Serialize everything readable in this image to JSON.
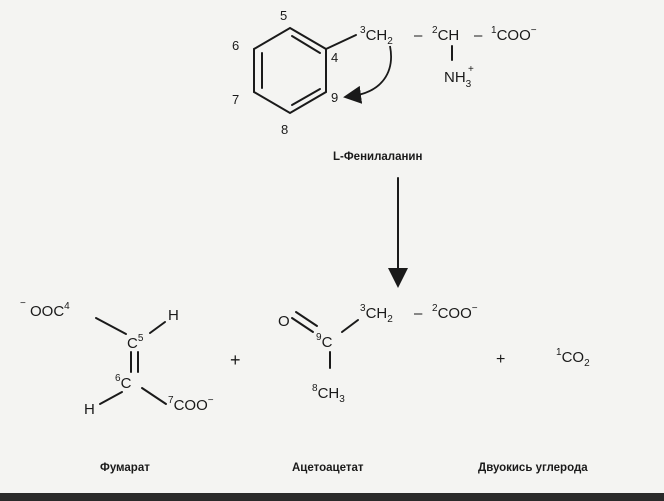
{
  "phenylalanine": {
    "ring_numbers": [
      "5",
      "4",
      "6",
      "7",
      "9",
      "8"
    ],
    "ch2_num": "3",
    "ch2": "CH",
    "ch2_sub": "2",
    "dash": "–",
    "ch_num": "2",
    "ch": "CH",
    "coo_num": "1",
    "coo": "COO",
    "coo_charge": "−",
    "nh": "NH",
    "nh_sub": "3",
    "nh_charge": "+",
    "name": "L-Фенилаланин"
  },
  "fumarate": {
    "charge": "−",
    "ooc": "OOC",
    "c4_num": "4",
    "c5": "C",
    "c5_num": "5",
    "h_top": "H",
    "c6_num": "6",
    "c6": "C",
    "h_bottom": "H",
    "c7_num": "7",
    "coo": "COO",
    "coo_charge": "−",
    "name": "Фумарат"
  },
  "acetoacetate": {
    "o": "O",
    "c9_num": "9",
    "c9": "C",
    "ch3_num": "8",
    "ch3": "CH",
    "ch3_sub": "3",
    "ch2_num": "3",
    "ch2": "CH",
    "ch2_sub": "2",
    "dash": "–",
    "coo_num": "2",
    "coo": "COO",
    "coo_charge": "−",
    "name": "Ацетоацетат"
  },
  "carbon_dioxide": {
    "num": "1",
    "co": "CO",
    "sub": "2",
    "name": "Двуокись углерода"
  },
  "plus_signs": [
    "+",
    "+"
  ]
}
